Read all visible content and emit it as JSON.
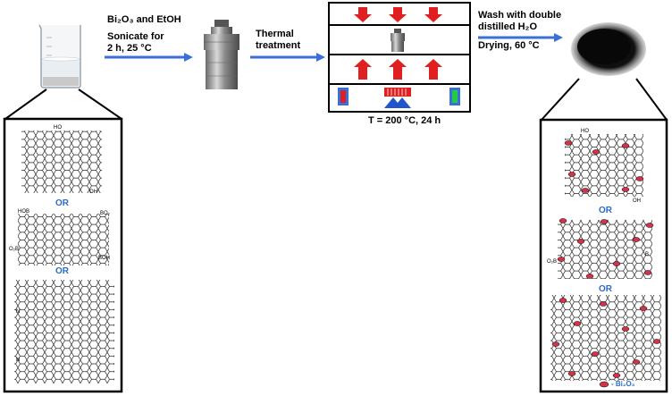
{
  "step1": {
    "line1": "Bi₂O₃ and EtOH",
    "line2": "Sonicate for",
    "line3": "2 h, 25 °C"
  },
  "step2": {
    "line1": "Thermal",
    "line2": "treatment"
  },
  "oven": {
    "condition": "T = 200 °C, 24 h"
  },
  "step3": {
    "line1": "Wash with double",
    "line2": "distilled H₂O",
    "line3": "Drying, 60 °C"
  },
  "left_panel": {
    "or1": "OR",
    "or2": "OR",
    "s1_top": "HO",
    "s1_top2": "O",
    "s1_oh": "OH",
    "s2_hob": "HOB",
    "s2_bo2": "BO₂",
    "s2_ob": "O₂B",
    "s2_b": "B",
    "s2_boh": "BOH",
    "s3_n1": "N",
    "s3_n2": "N"
  },
  "right_panel": {
    "or1": "OR",
    "or2": "OR",
    "s1_top": "HO",
    "s1_oh": "OH",
    "s2_ob": "O₂B",
    "s2_b": "B",
    "legend": "- Bi₂O₃"
  },
  "colors": {
    "arrow_blue": "#3a6fd8",
    "oven_red": "#e02020",
    "nanoparticle": "#d0334a",
    "or_blue": "#2b6cc4"
  },
  "icons": [
    "beaker-icon",
    "autoclave-icon",
    "oven-icon",
    "powder-icon",
    "flow-arrow-icon",
    "heating-arrow-icon"
  ]
}
